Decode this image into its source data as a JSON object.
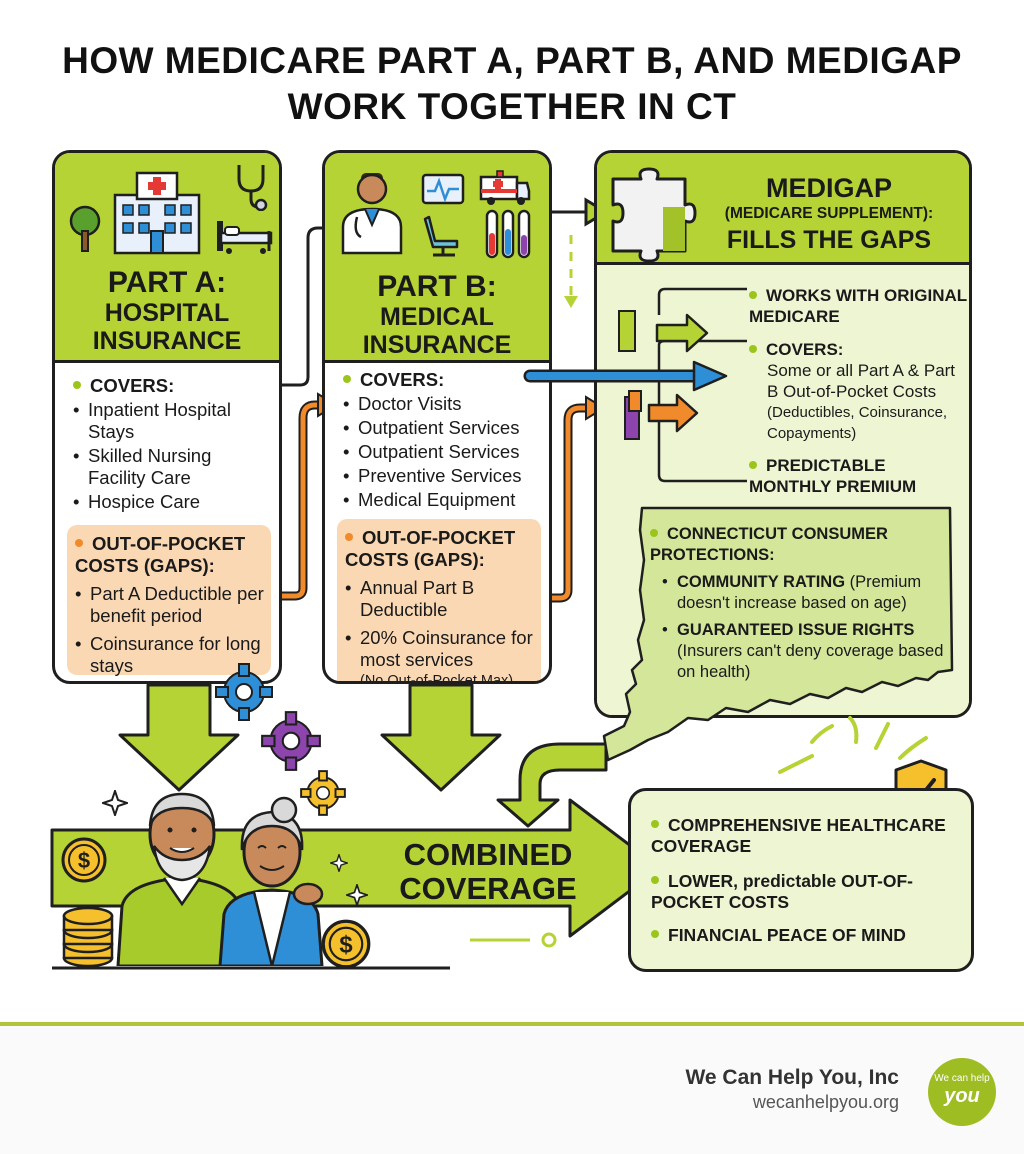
{
  "title_line1": "HOW MEDICARE PART A, PART B, AND MEDIGAP",
  "title_line2": "WORK TOGETHER IN CT",
  "part_a": {
    "title_line1": "PART A:",
    "title_line2": "HOSPITAL",
    "title_line3": "INSURANCE",
    "covers_label": "COVERS:",
    "covers_items": [
      "Inpatient Hospital Stays",
      "Skilled Nursing Facility Care",
      "Hospice Care"
    ],
    "costs_label": "OUT-OF-POCKET COSTS (GAPS):",
    "costs_items": [
      "Part A Deductible per benefit period",
      "Coinsurance for long stays"
    ]
  },
  "part_b": {
    "title_line1": "PART B:",
    "title_line2": "MEDICAL",
    "title_line3": "INSURANCE",
    "covers_label": "COVERS:",
    "covers_items": [
      "Doctor Visits",
      "Outpatient Services",
      "Outpatient Services",
      "Preventive Services",
      "Medical Equipment"
    ],
    "costs_label": "OUT-OF-POCKET COSTS (GAPS):",
    "costs_items": [
      "Annual Part B Deductible",
      "20% Coinsurance for most services"
    ],
    "costs_note": "(No Out-of-Pocket Max)"
  },
  "medigap": {
    "title_line1": "MEDIGAP",
    "title_line2": "(MEDICARE SUPPLEMENT):",
    "title_line3": "FILLS THE GAPS",
    "item1": "WORKS WITH ORIGINAL MEDICARE",
    "item2_label": "COVERS:",
    "item2_text": "Some or all Part A & Part B Out-of-Pocket Costs",
    "item2_note": "(Deductibles, Coinsurance, Copayments)",
    "item3": "PREDICTABLE MONTHLY PREMIUM"
  },
  "ct": {
    "heading": "CONNECTICUT CONSUMER PROTECTIONS:",
    "rating_label": "COMMUNITY RATING",
    "rating_text": "(Premium doesn't increase based on age)",
    "issue_label": "GUARANTEED ISSUE RIGHTS",
    "issue_text": "(Insurers can't deny coverage based on health)"
  },
  "combined_line1": "COMBINED",
  "combined_line2": "COVERAGE",
  "results": [
    "COMPREHENSIVE HEALTHCARE COVERAGE",
    "LOWER, predictable OUT-OF-POCKET COSTS",
    "FINANCIAL PEACE OF MIND"
  ],
  "footer": {
    "company": "We Can Help You, Inc",
    "url": "wecanhelpyou.org",
    "logo_small": "We can help",
    "logo_big": "you"
  },
  "colors": {
    "green": "#b5d334",
    "light_green": "#eef5d2",
    "peach": "#fbd8b4",
    "orange": "#f08a2a",
    "blue": "#2f8fd6",
    "outline": "#1f1f1f"
  },
  "icons": [
    "hospital-icon",
    "stethoscope-icon",
    "tree-icon",
    "hospital-bed-icon",
    "doctor-icon",
    "monitor-icon",
    "ambulance-icon",
    "dental-chair-icon",
    "test-tubes-icon",
    "puzzle-icon",
    "gear-icon",
    "dollar-coin-icon",
    "shield-check-icon",
    "sparkle-icon"
  ]
}
